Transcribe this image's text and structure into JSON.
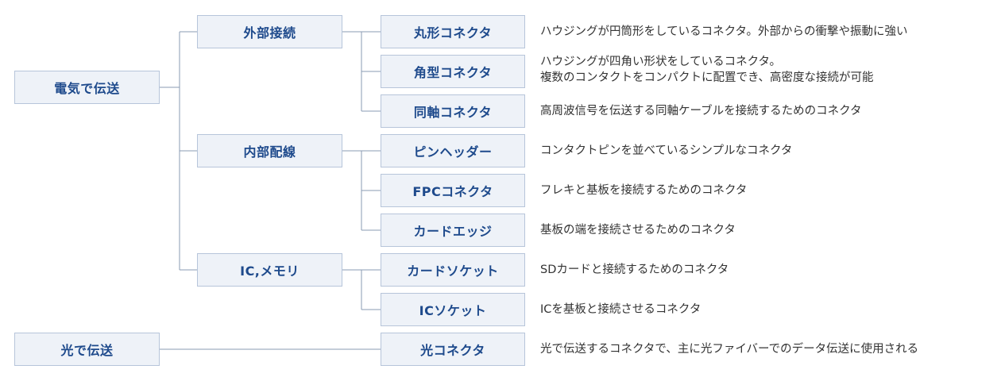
{
  "categories": {
    "electric": "電気で伝送",
    "optical": "光で伝送"
  },
  "subcategories": {
    "external": "外部接続",
    "internal": "内部配線",
    "ic_memory": "IC,メモリ"
  },
  "connectors": [
    {
      "name": "丸形コネクタ",
      "desc": [
        "ハウジングが円筒形をしているコネクタ。外部からの衝撃や振動に強い"
      ]
    },
    {
      "name": "角型コネクタ",
      "desc": [
        "ハウジングが四角い形状をしているコネクタ。",
        "複数のコンタクトをコンパクトに配置でき、高密度な接続が可能"
      ]
    },
    {
      "name": "同軸コネクタ",
      "desc": [
        "高周波信号を伝送する同軸ケーブルを接続するためのコネクタ"
      ]
    },
    {
      "name": "ピンヘッダー",
      "desc": [
        "コンタクトピンを並べているシンプルなコネクタ"
      ]
    },
    {
      "name": "FPCコネクタ",
      "desc": [
        "フレキと基板を接続するためのコネクタ"
      ]
    },
    {
      "name": "カードエッジ",
      "desc": [
        "基板の端を接続させるためのコネクタ"
      ]
    },
    {
      "name": "カードソケット",
      "desc": [
        "SDカードと接続するためのコネクタ"
      ]
    },
    {
      "name": "ICソケット",
      "desc": [
        "ICを基板と接続させるコネクタ"
      ]
    },
    {
      "name": "光コネクタ",
      "desc": [
        "光で伝送するコネクタで、主に光ファイバーでのデータ伝送に使用される"
      ]
    }
  ]
}
